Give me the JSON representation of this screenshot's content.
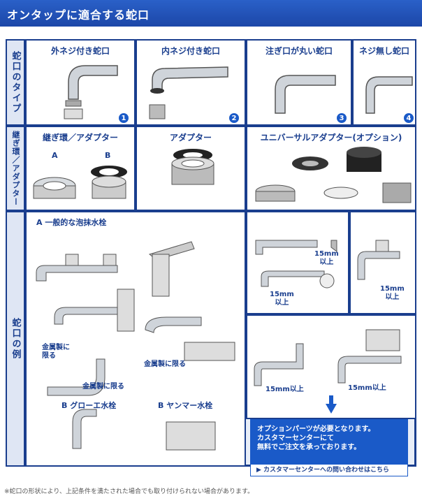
{
  "header": {
    "title": "オンタップに適合する蛇口"
  },
  "labels": {
    "row1": "蛇口のタイプ",
    "row2": "継ぎ環／アダプター",
    "row3": "蛇口の例"
  },
  "types": [
    {
      "title": "外ネジ付き蛇口",
      "num": "1"
    },
    {
      "title": "内ネジ付き蛇口",
      "num": "2"
    },
    {
      "title": "注ぎ口が丸い蛇口",
      "num": "3"
    },
    {
      "title": "ネジ無し蛇口",
      "num": "4"
    }
  ],
  "adapters": {
    "a1_title": "継ぎ環／アダプター",
    "a1_A": "A",
    "a1_B": "B",
    "a2_title": "アダプター",
    "a3_title": "ユニバーサルアダプター(オプション)"
  },
  "examples": {
    "ex1_title": "A 一般的な泡抹水栓",
    "metal1": "金属製に限る",
    "metal2": "金属製に\n限る",
    "metal3": "金属製に限る",
    "b1": "B グローエ水栓",
    "b2": "B ヤンマー水栓",
    "mm1": "15mm\n以上",
    "mm2": "15mm\n以上",
    "mm3": "15mm\n以上",
    "mm4": "15mm以上",
    "mm5": "15mm以上"
  },
  "callout": {
    "message": "オプションパーツが必要となります。\nカスタマーセンターにて\n無料でご注文を承っております。",
    "link": "▶ カスタマーセンターへの問い合わせはこちら"
  },
  "footnote": "※蛇口の形状により、上記条件を満たされた場合でも取り付けられない場合があります。",
  "colors": {
    "brand": "#1a3e8e",
    "accent": "#1a5ac8"
  }
}
